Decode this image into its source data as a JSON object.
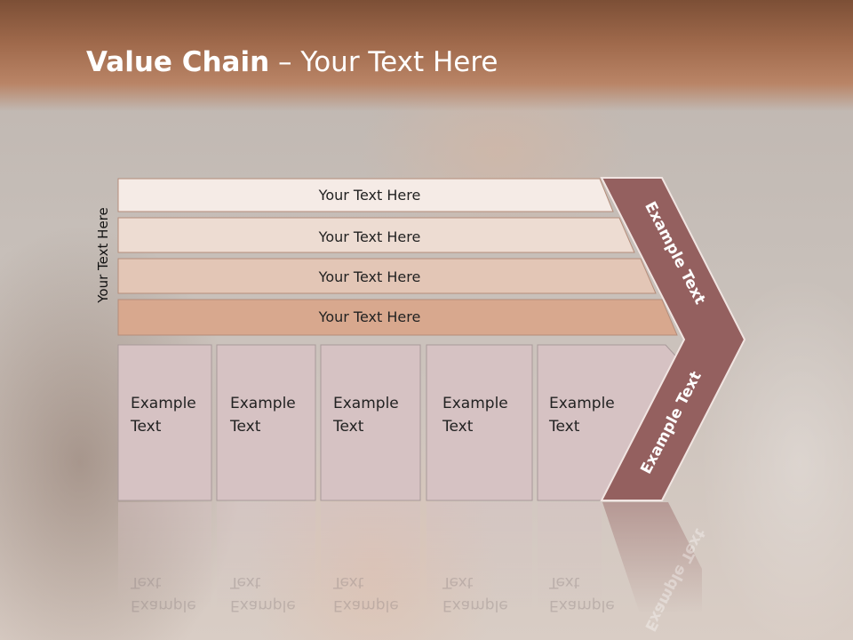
{
  "slide": {
    "title_bold": "Value Chain",
    "title_rest": " – Your Text Here",
    "side_label": "Your Text Here",
    "bars": [
      {
        "label": "Your Text Here",
        "color": "#f5ebe6"
      },
      {
        "label": "Your Text Here",
        "color": "#eddcd2"
      },
      {
        "label": "Your Text Here",
        "color": "#e3c6b6"
      },
      {
        "label": "Your Text Here",
        "color": "#d8a88e"
      }
    ],
    "boxes": [
      {
        "line1": "Example",
        "line2": "Text"
      },
      {
        "line1": "Example",
        "line2": "Text"
      },
      {
        "line1": "Example",
        "line2": "Text"
      },
      {
        "line1": "Example",
        "line2": "Text"
      },
      {
        "line1": "Example",
        "line2": "Text"
      }
    ],
    "chevron_top": "Example Text",
    "chevron_bottom": "Example Text",
    "colors": {
      "header": "#9c6648",
      "chevron": "#94605f",
      "box": "#d6c2c3"
    }
  }
}
